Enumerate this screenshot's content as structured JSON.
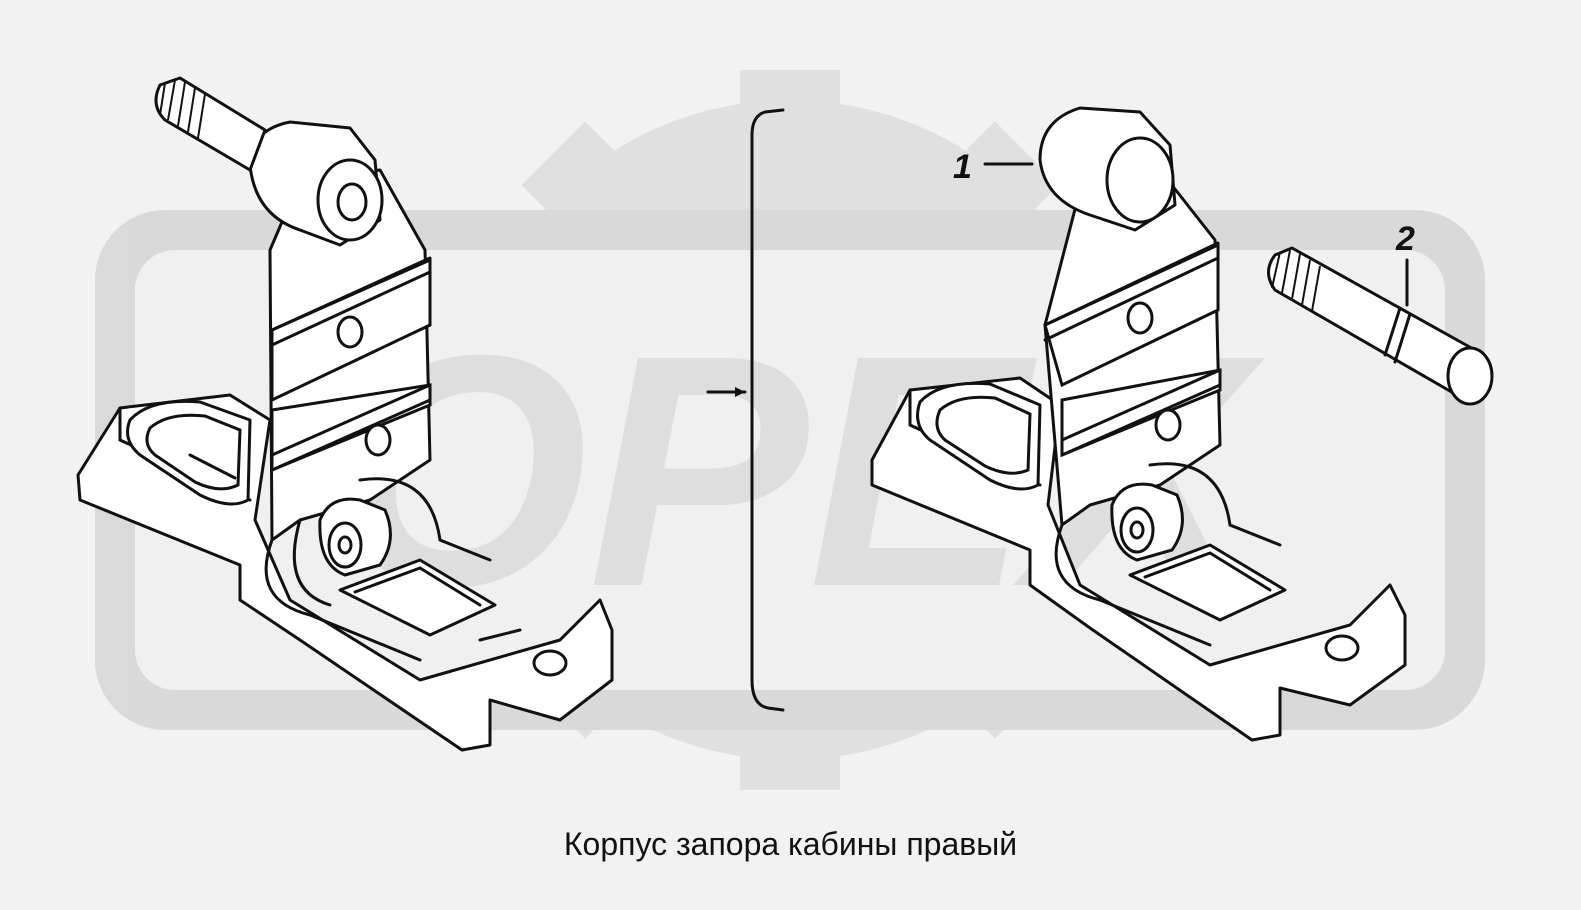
{
  "caption": "Корпус запора кабины правый",
  "callouts": [
    {
      "id": "1",
      "label": "1"
    },
    {
      "id": "2",
      "label": "2"
    }
  ],
  "watermark": {
    "text": "ОРЕХ",
    "color": "#c9c9c9"
  },
  "colors": {
    "background": "#f2f2f2",
    "line": "#111111",
    "part_fill": "#ffffff"
  }
}
